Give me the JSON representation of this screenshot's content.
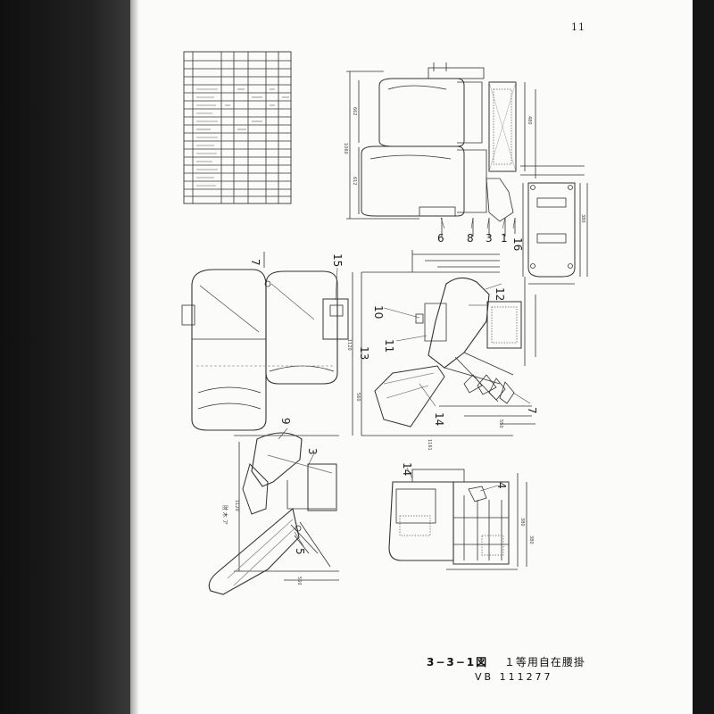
{
  "page": {
    "number": "11",
    "figure_label": "3−3−1図",
    "figure_title": "１等用自在腰掛",
    "code": "VB 111277",
    "side_label": "肘 木 ア"
  },
  "callouts": {
    "c1": "1",
    "c3a": "3",
    "c3b": "3",
    "c4": "4",
    "c5": "5",
    "c6": "6",
    "c7a": "7",
    "c7b": "7",
    "c8": "8",
    "c9": "9",
    "c10": "10",
    "c11": "11",
    "c12": "12",
    "c13": "13",
    "c14a": "14",
    "c14b": "14",
    "c15": "15",
    "c16": "16"
  },
  "dimensions": {
    "d_top1": "662",
    "d_top2": "1060",
    "d_top3": "612",
    "d_mid1": "1120",
    "d_mid2": "560",
    "d_right1": "480",
    "d_right2": "380",
    "d_bottom1": "1161",
    "d_bottom2": "550",
    "d_low1": "1120",
    "d_low2": "560",
    "d_low3": "380",
    "d_low4": "380"
  }
}
